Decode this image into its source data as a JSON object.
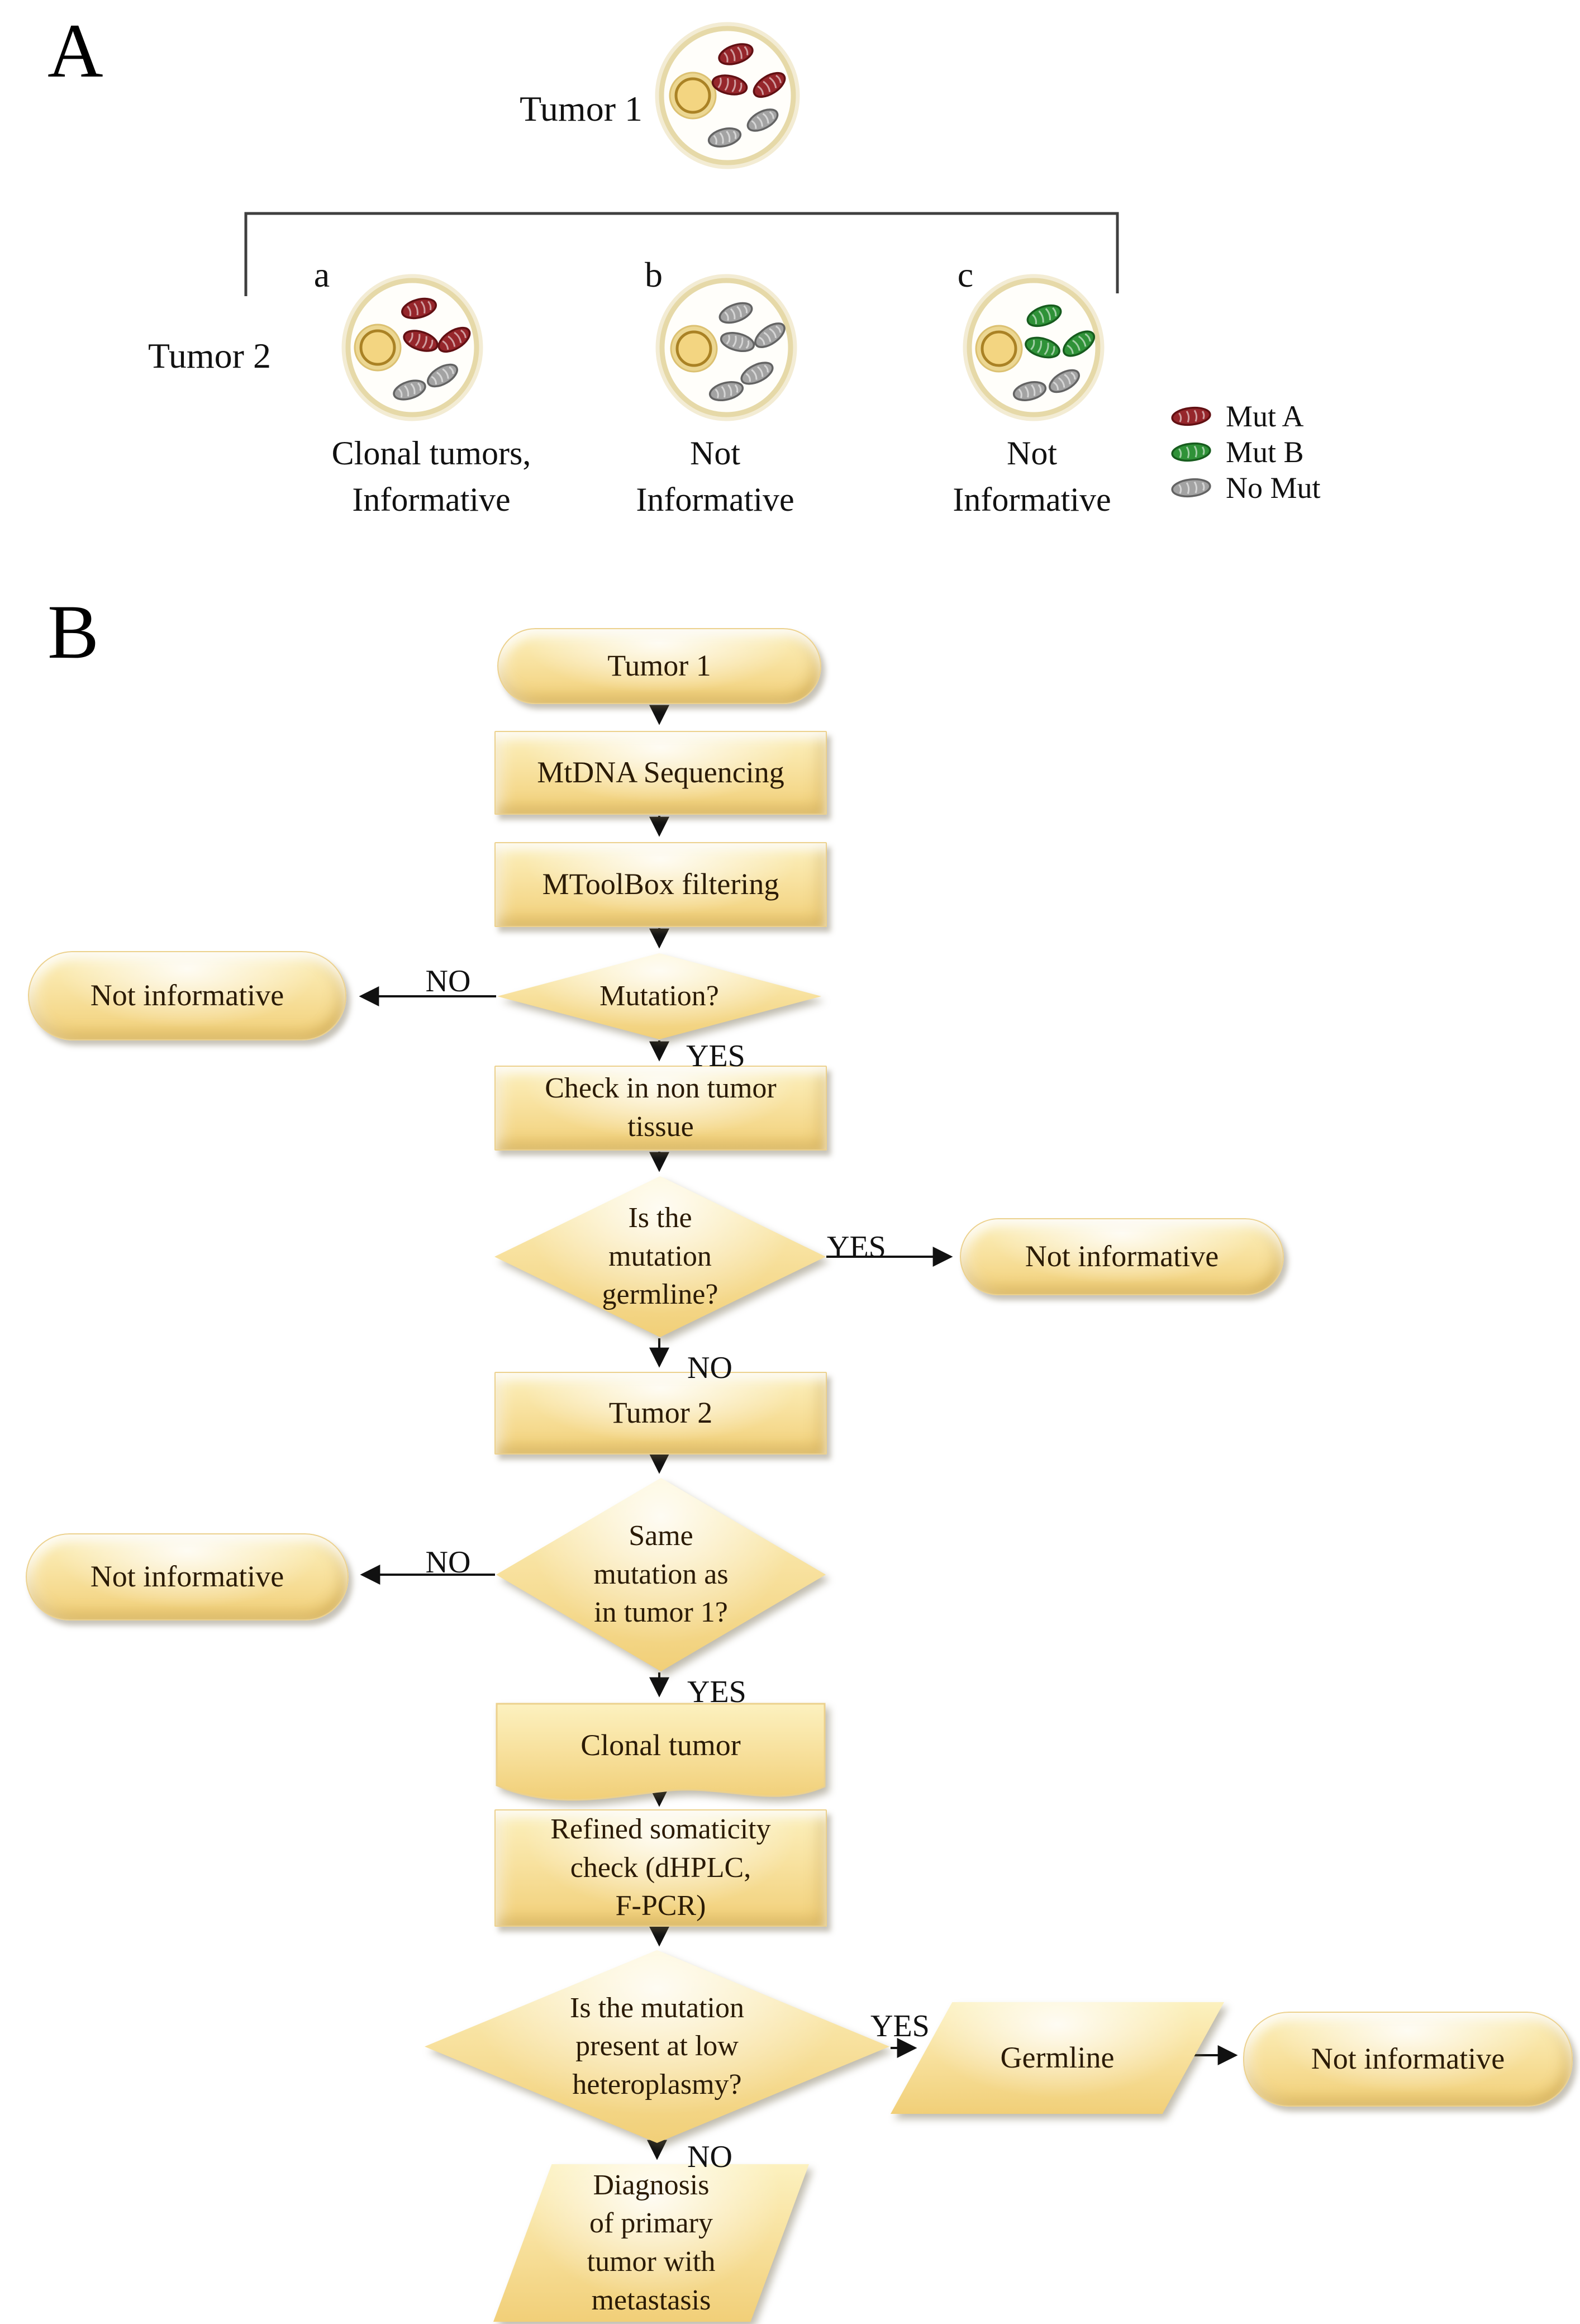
{
  "figure": {
    "panelA": {
      "label": "A",
      "tumor1_label": "Tumor 1",
      "tumor2_label": "Tumor 2",
      "scenarios": [
        {
          "key": "a",
          "caption": "Clonal tumors,\nInformative",
          "mitochondria": {
            "mut_a": 3,
            "no_mut": 2
          }
        },
        {
          "key": "b",
          "caption": "Not\nInformative",
          "mitochondria": {
            "no_mut": 5
          }
        },
        {
          "key": "c",
          "caption": "Not\nInformative",
          "mitochondria": {
            "mut_b": 3,
            "no_mut": 2
          }
        }
      ],
      "tumor1_cell_mitochondria": {
        "mut_a": 3,
        "no_mut": 2
      },
      "legend": [
        {
          "label": "Mut A",
          "color": "#96262b",
          "stroke": "#611013"
        },
        {
          "label": "Mut B",
          "color": "#2f9238",
          "stroke": "#175c1e"
        },
        {
          "label": "No Mut",
          "color": "#a3a3a3",
          "stroke": "#636363"
        }
      ]
    },
    "panelB": {
      "label": "B",
      "nodes": {
        "start": "Tumor 1",
        "seq": "MtDNA Sequencing",
        "filter": "MToolBox filtering",
        "dec_mutation": "Mutation?",
        "term_not_info_1": "Not informative",
        "check_tissue": "Check in non tumor\ntissue",
        "dec_germline": "Is the\nmutation\ngermline?",
        "term_not_info_2": "Not informative",
        "tumor2": "Tumor 2",
        "dec_same_mutation": "Same\nmutation as\nin tumor 1?",
        "term_not_info_3": "Not informative",
        "clonal_tumor": "Clonal tumor",
        "refined_check": "Refined somaticity\ncheck (dHPLC,\nF-PCR)",
        "dec_heteroplasmy": "Is the mutation\npresent at low\nheteroplasmy?",
        "germline": "Germline",
        "term_not_info_4": "Not informative",
        "diagnosis": "Diagnosis\nof primary\ntumor with\nmetastasis"
      },
      "edge_labels": {
        "no1": "NO",
        "yes1": "YES",
        "yes2": "YES",
        "no2": "NO",
        "no3": "NO",
        "yes3": "YES",
        "yes4": "YES",
        "no4": "NO"
      }
    },
    "colors": {
      "shape_fill_light": "#fcf1bf",
      "shape_fill_dark": "#f1cf78",
      "shape_edge": "#ecd18d",
      "text": "#2b1b06",
      "arrow": "#111111"
    }
  }
}
